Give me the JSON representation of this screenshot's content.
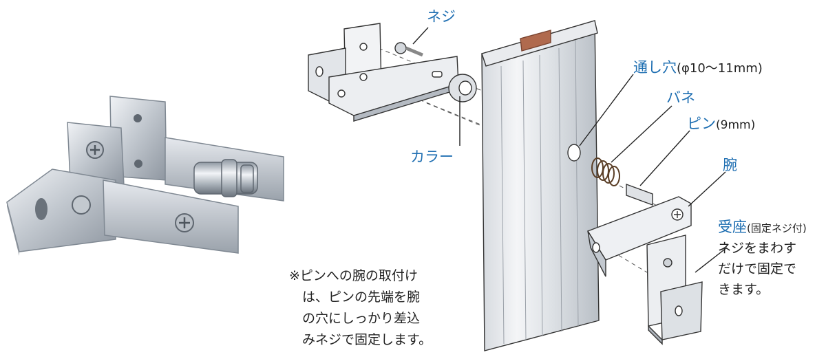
{
  "colors": {
    "label_blue": "#1f6fb2",
    "text": "#222222",
    "metal": "#c8cdd3",
    "metal_dark": "#7d858e",
    "spring": "#6b4a2e",
    "seal": "#b06a4e"
  },
  "labels": {
    "neji": "ネジ",
    "collar": "カラー",
    "hole": "通し穴",
    "hole_dim": "(φ10〜11mm)",
    "spring": "バネ",
    "pin": "ピン",
    "pin_dim": "(9mm)",
    "arm": "腕",
    "receiver": "受座",
    "receiver_note": "(固定ネジ付)"
  },
  "receiver_desc": [
    "ネジをまわす",
    "だけで固定で",
    "きます。"
  ],
  "note": [
    "※ピンへの腕の取付け",
    "　は、ピンの先端を腕",
    "　の穴にしっかり差込",
    "　みネジで固定します。"
  ]
}
